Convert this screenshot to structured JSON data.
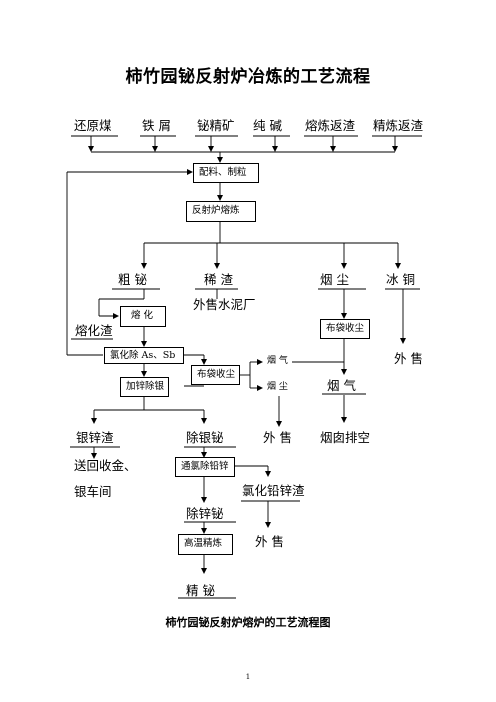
{
  "title": "柿竹园铋反射炉冶炼的工艺流程",
  "inputs": [
    "还原煤",
    "铁  屑",
    "铋精矿",
    "纯  碱",
    "熔炼返渣",
    "精炼返渣"
  ],
  "boxes": {
    "batching": "配料、制粒",
    "reverb_smelting": "反射炉熔炼",
    "melting": "熔    化",
    "as_sb_removal": "氯化除 As、Sb",
    "zn_ag_removal": "加锌除银",
    "bag_dust_1": "布袋收尘",
    "bag_dust_2": "布袋收尘",
    "cl_pb_zn_removal": "通氯除铅锌",
    "high_temp_refining": "高温精炼"
  },
  "labels": {
    "crude_bi": "粗  铋",
    "dilute_slag": "稀  渣",
    "smoke_dust": "烟    尘",
    "ice_copper": "冰  铜",
    "cement_plant": "外售水泥厂",
    "melt_slag": "熔化渣",
    "flue_gas_small": "烟  气",
    "dust_small": "烟  尘",
    "flue_gas_big": "烟  气",
    "sell_ice_copper": "外  售",
    "silver_zinc_slag": "银锌渣",
    "desilvered_bi": "除银铋",
    "sell_dust": "外  售",
    "chimney": "烟囱排空",
    "return_line1": "送回收金、",
    "return_line2": "银车间",
    "lead_zinc_chloride_slag": "氯化铅锌渣",
    "dezinced_bi": "除锌铋",
    "sell_slag": "外  售",
    "refined_bi": "精    铋"
  },
  "caption": "柿竹园铋反射炉熔炉的工艺流程图",
  "page_number": "1"
}
